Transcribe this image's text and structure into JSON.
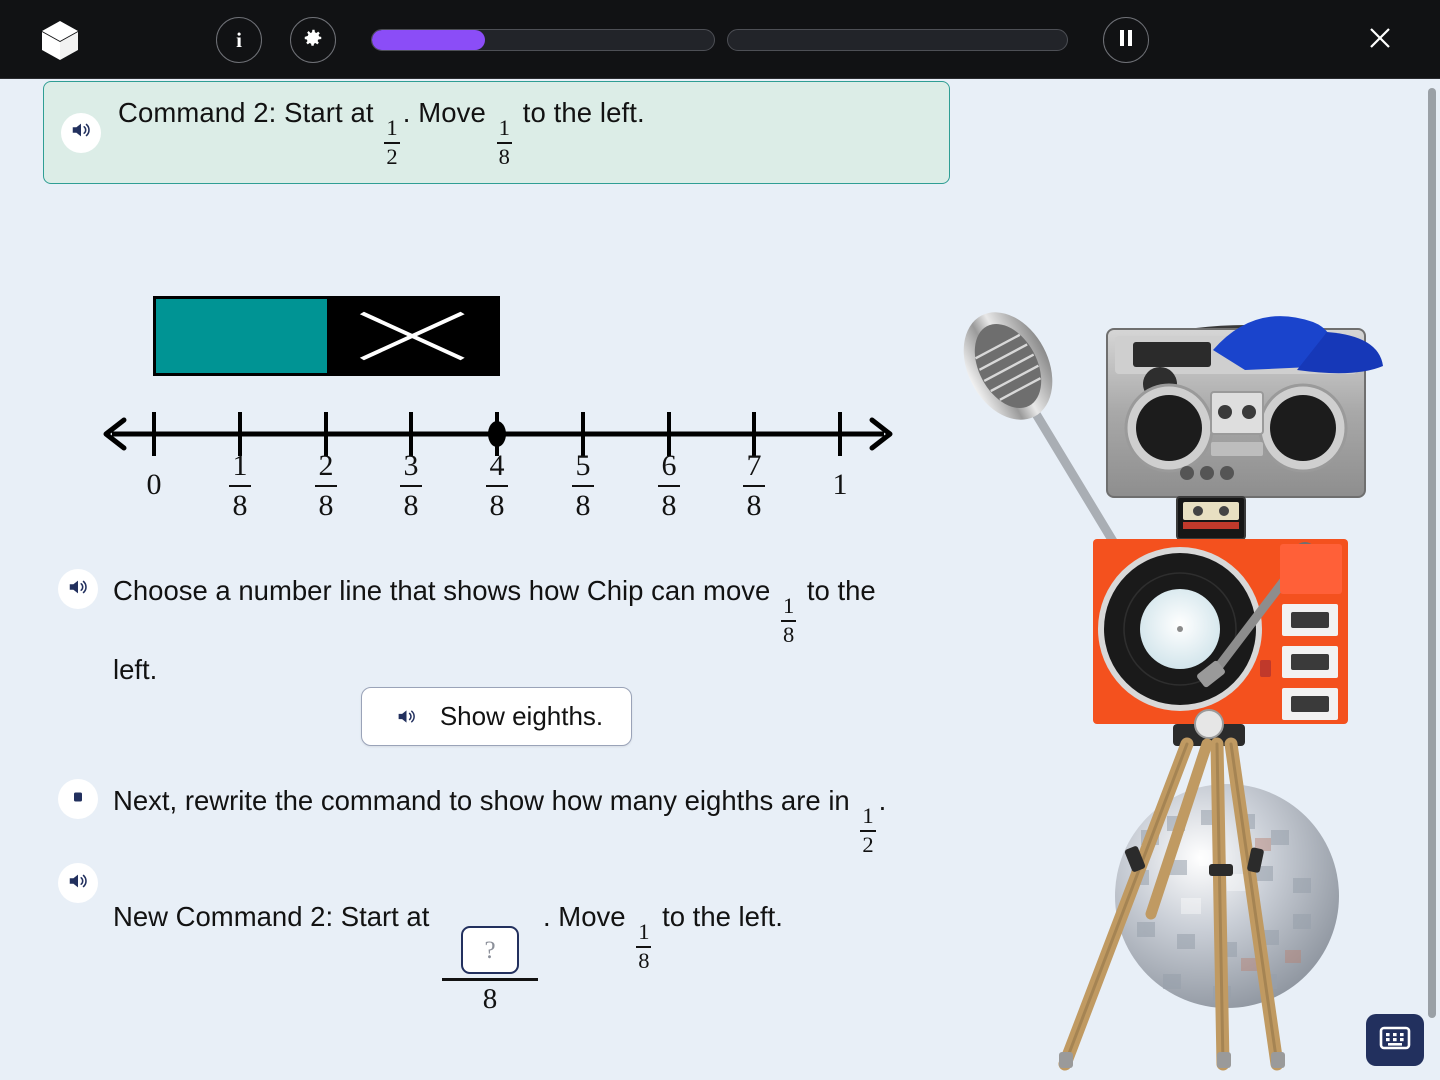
{
  "header": {
    "logo_icon": "cube-icon",
    "info_label": "i",
    "settings_icon": "gear-icon",
    "pause_icon": "pause-icon",
    "close_icon": "close-icon",
    "progress": [
      {
        "name": "segment-1",
        "percent": 33
      },
      {
        "name": "segment-2",
        "percent": 0
      }
    ],
    "accent_color": "#8B4DF7",
    "background_color": "#111214"
  },
  "command_banner": {
    "audio_icon": "speaker-icon",
    "prefix": "Command 2: Start at",
    "fraction_1": {
      "num": "1",
      "den": "2"
    },
    "middle": ". Move",
    "fraction_2": {
      "num": "1",
      "den": "8"
    },
    "suffix": "to the left.",
    "background_color": "#DCEDE7",
    "border_color": "#2F9E94"
  },
  "diagram": {
    "tape": {
      "filled_label": "one-half shaded",
      "filled_fraction": 0.5,
      "filled_color": "#009494",
      "empty_color": "#000000",
      "empty_marker_icon": "x-mark-icon"
    },
    "number_line": {
      "start_label": "0",
      "end_label": "1",
      "denominator": 8,
      "tick_labels": [
        "0",
        "1/8",
        "2/8",
        "3/8",
        "4/8",
        "5/8",
        "6/8",
        "7/8",
        "1"
      ],
      "fraction_ticks": [
        {
          "num": "1",
          "den": "8"
        },
        {
          "num": "2",
          "den": "8"
        },
        {
          "num": "3",
          "den": "8"
        },
        {
          "num": "4",
          "den": "8"
        },
        {
          "num": "5",
          "den": "8"
        },
        {
          "num": "6",
          "den": "8"
        },
        {
          "num": "7",
          "den": "8"
        }
      ],
      "point_marker": {
        "icon": "point-marker-icon",
        "at": "4/8",
        "value": 0.5
      },
      "left_arrow": true,
      "right_arrow": true
    }
  },
  "prompts": {
    "choose": {
      "audio_icon": "speaker-icon",
      "text_before": "Choose a number line that shows how Chip can move",
      "fraction": {
        "num": "1",
        "den": "8"
      },
      "text_after": "to the left."
    },
    "show_eighths_button": {
      "audio_icon": "speaker-icon",
      "label": "Show eighths."
    },
    "rewrite": {
      "audio_icon": "stop-icon",
      "text_before": "Next, rewrite the command to show how many eighths are in",
      "fraction": {
        "num": "1",
        "den": "2"
      },
      "text_after": "."
    },
    "new_command": {
      "audio_icon": "speaker-icon",
      "text_before": "New Command 2: Start at",
      "answer_input": {
        "value": "",
        "placeholder": "?"
      },
      "denominator": "8",
      "text_middle": ". Move",
      "fraction": {
        "num": "1",
        "den": "8"
      },
      "text_after": "to the left."
    }
  },
  "character": {
    "name": "Chip",
    "description": "DJ robot with boombox head, blue cap, microphone arm, orange turntable body, tripod legs and disco ball",
    "body_color": "#F4511E",
    "cap_color": "#1A44CC"
  },
  "footer": {
    "keyboard_icon": "keyboard-icon"
  },
  "scrollbar": {
    "name": "vertical-scrollbar",
    "thumb_color": "#9AA0A6"
  }
}
